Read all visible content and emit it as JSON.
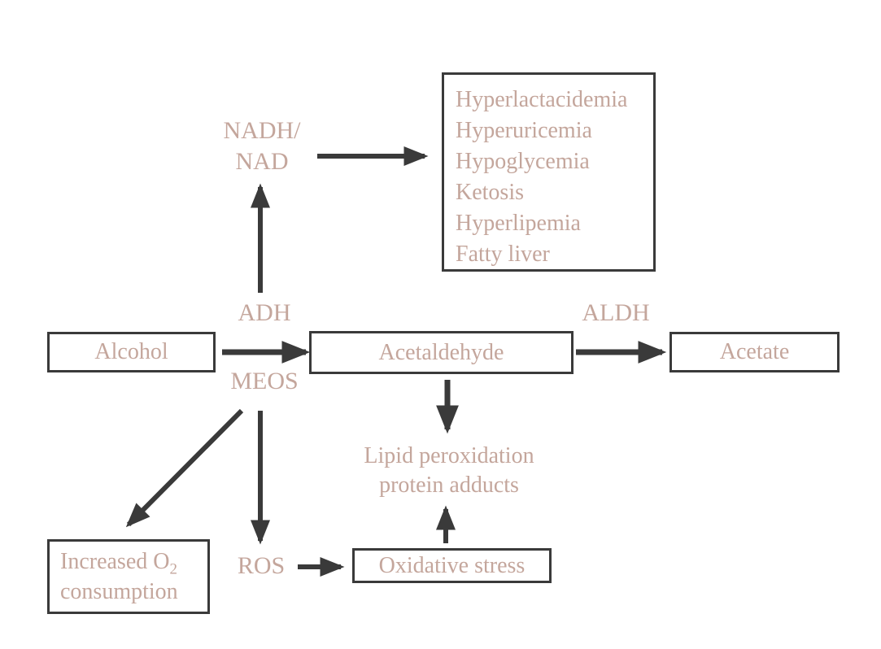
{
  "palette": {
    "line_color": "#3a3a3a",
    "text_color": "#c4a69c",
    "background": "#ffffff"
  },
  "diagram": {
    "boxes": {
      "effects": {
        "lines": [
          "Hyperlactacidemia",
          "Hyperuricemia",
          "Hypoglycemia",
          "Ketosis",
          "Hyperlipemia",
          "Fatty liver"
        ]
      },
      "alcohol": {
        "label": "Alcohol"
      },
      "acetaldehyde": {
        "label": "Acetaldehyde"
      },
      "acetate": {
        "label": "Acetate"
      },
      "increased_o2": {
        "line1_main": "Increased O",
        "line1_sub": "2",
        "line2": "consumption"
      },
      "oxidative_stress": {
        "label": "Oxidative stress"
      }
    },
    "labels": {
      "nadh_line1": "NADH/",
      "nadh_line2": "NAD",
      "adh": "ADH",
      "meos": "MEOS",
      "aldh": "ALDH",
      "ros": "ROS",
      "lipid_line1": "Lipid peroxidation",
      "lipid_line2": "protein adducts"
    }
  }
}
